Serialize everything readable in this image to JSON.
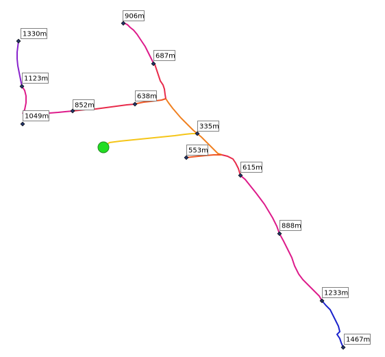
{
  "start": {
    "color": "#22dd22",
    "icon": "green-circle-origin-icon"
  },
  "palette": {
    "yellow": "#f5c518",
    "orange": "#f08020",
    "red_orange": "#ee5522",
    "red": "#e82a4a",
    "magenta": "#dd1a8a",
    "purple": "#8822cc",
    "blue": "#1a22cc"
  },
  "labels": [
    {
      "id": "n906",
      "text": "906m"
    },
    {
      "id": "n687",
      "text": "687m"
    },
    {
      "id": "n1330",
      "text": "1330m"
    },
    {
      "id": "n1123",
      "text": "1123m"
    },
    {
      "id": "n638",
      "text": "638m"
    },
    {
      "id": "n852",
      "text": "852m"
    },
    {
      "id": "n1049",
      "text": "1049m"
    },
    {
      "id": "n335",
      "text": "335m"
    },
    {
      "id": "n553",
      "text": "553m"
    },
    {
      "id": "n615",
      "text": "615m"
    },
    {
      "id": "n888",
      "text": "888m"
    },
    {
      "id": "n1233",
      "text": "1233m"
    },
    {
      "id": "n1467",
      "text": "1467m"
    }
  ]
}
